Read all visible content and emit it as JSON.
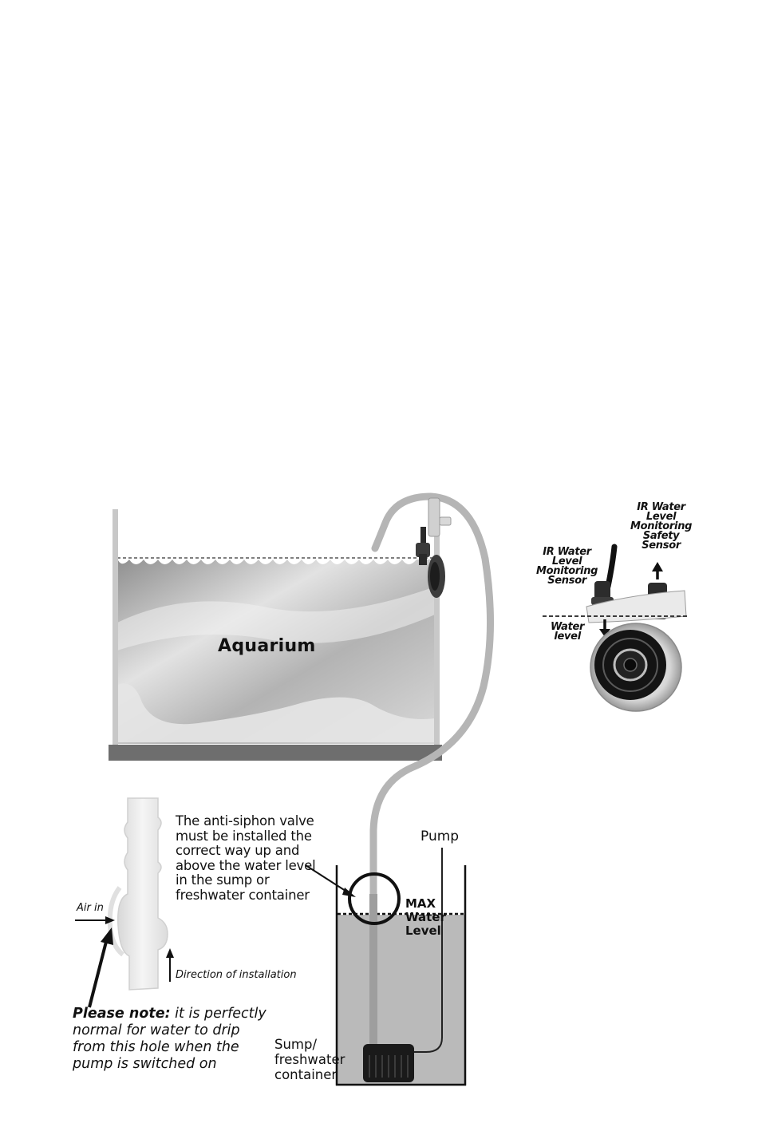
{
  "labels": {
    "aquarium": "Aquarium",
    "ir_sensor": [
      "IR Water",
      "Level",
      "Monitoring",
      "Sensor"
    ],
    "ir_safety_sensor": [
      "IR Water",
      "Level",
      "Monitoring",
      "Safety",
      "Sensor"
    ],
    "water_level": [
      "Water",
      "level"
    ],
    "valve_instruction": [
      "The anti-siphon valve",
      "must be installed the",
      "correct way up and",
      "above the water level",
      "in the sump or",
      "freshwater container"
    ],
    "air_in": "Air in",
    "direction": "Direction of installation",
    "please_note_bold": "Please note:",
    "please_note_rest": [
      " it is perfectly",
      "normal for water to drip",
      "from this hole when the",
      "pump is switched on"
    ],
    "pump": "Pump",
    "max_water_level": [
      "MAX",
      "Water",
      "Level"
    ],
    "sump": [
      "Sump/",
      "freshwater",
      "container"
    ]
  },
  "colors": {
    "tank_wall": "#c8c8c8",
    "tank_base": "#6e6e6e",
    "water_light": "#f4f4f4",
    "water_dark": "#8d8d8d",
    "tube": "#b5b5b5",
    "sump_water": "#b9b9b9",
    "pump_body": "#1a1a1a",
    "valve": "#e9e9e9"
  }
}
